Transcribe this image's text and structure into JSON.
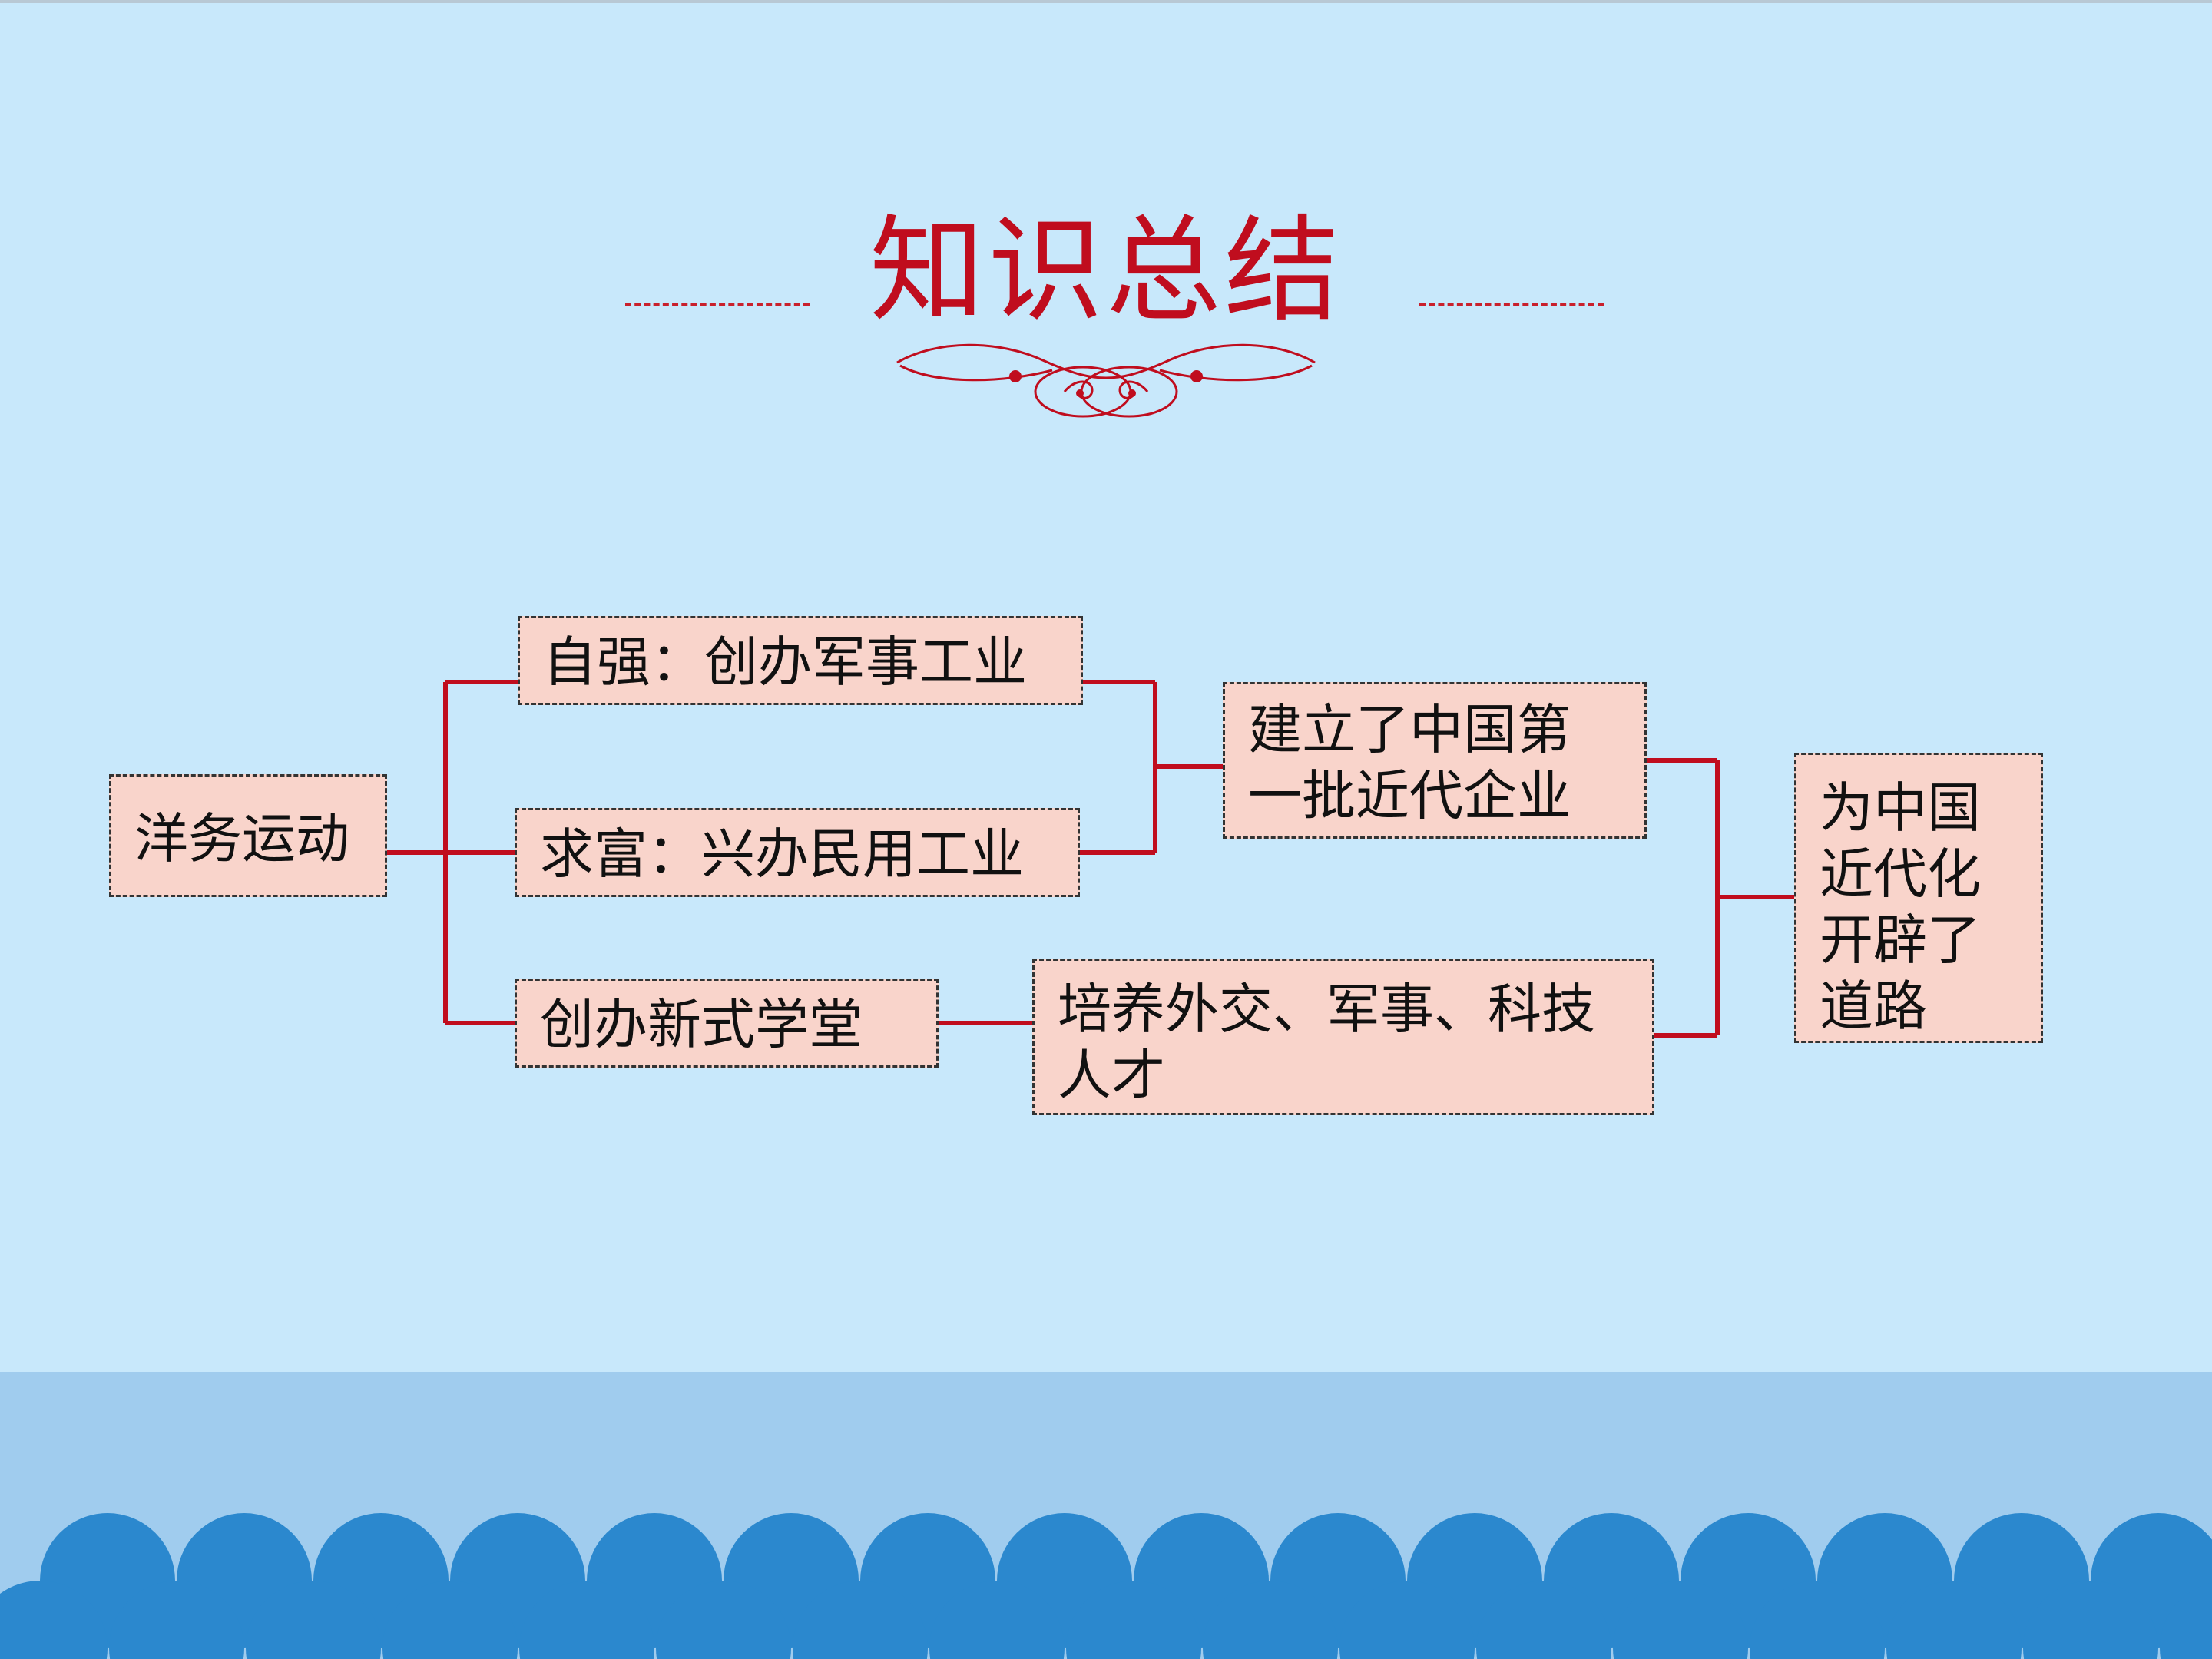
{
  "title": "知识总结",
  "colors": {
    "background": "#c8e8fb",
    "title_red": "#c00d1e",
    "box_fill": "#f9d4cb",
    "connector_red": "#c00d1e",
    "wave_blue": "#2b88ce",
    "band_blue": "#a0ccee"
  },
  "nodes": {
    "root": "洋务运动",
    "self_strengthening": "自强：创办军事工业",
    "seek_wealth": "求富：兴办民用工业",
    "new_schools": "创办新式学堂",
    "first_enterprises": "建立了中国第一批近代企业",
    "train_talent": "培养外交、军事、科技人才",
    "result": "为中国近代化开辟了道路"
  }
}
